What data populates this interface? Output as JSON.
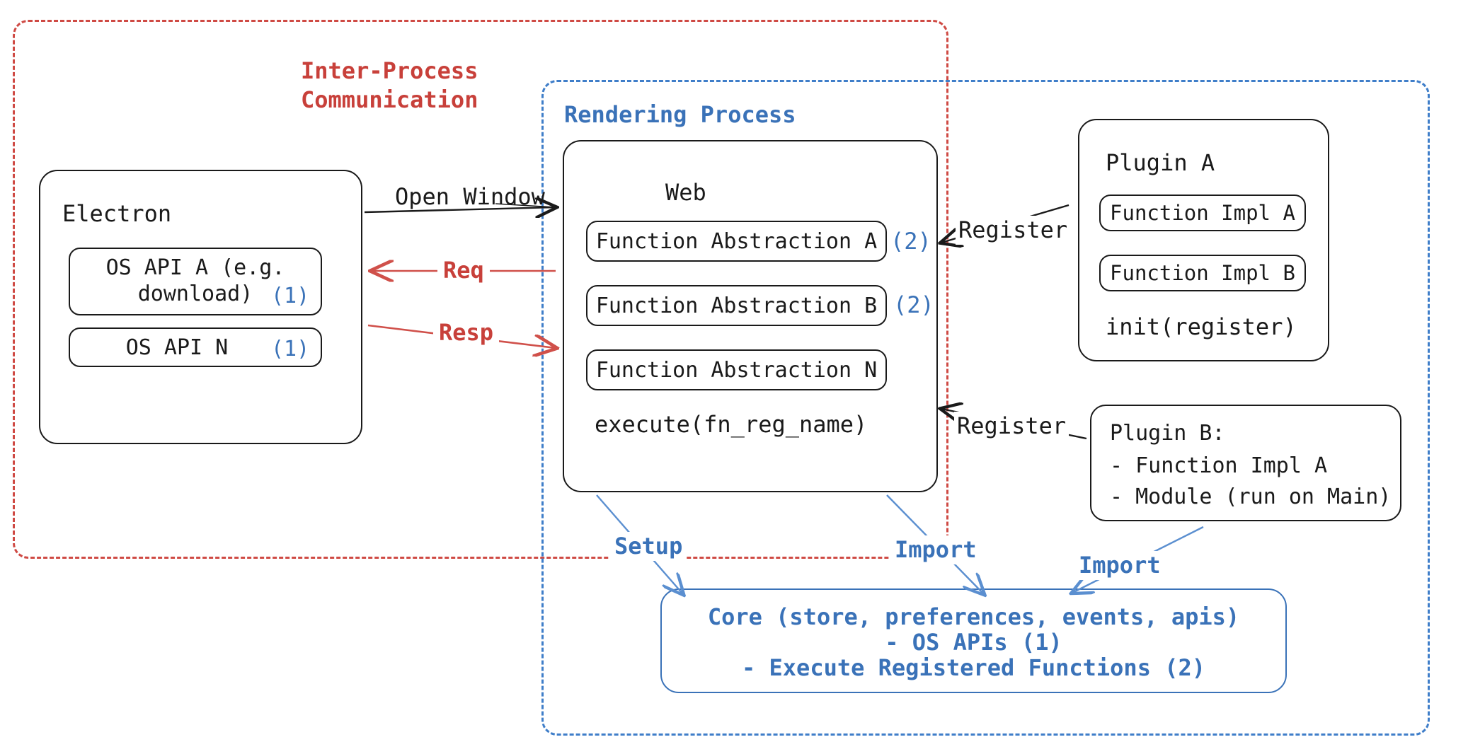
{
  "diagram": {
    "title": "Electron plugin architecture",
    "colors": {
      "red": "#c8403a",
      "blue": "#3a72b8",
      "blue_dash": "#3f7ec9",
      "red_dash": "#cf4a44",
      "ink": "#1a1a1a"
    },
    "regions": {
      "ipc": {
        "label": "Inter-Process\nCommunication"
      },
      "rendering": {
        "label": "Rendering Process"
      }
    },
    "electron": {
      "title": "Electron",
      "apis": [
        {
          "label": "OS API A (e.g.\ndownload)",
          "marker": "(1)"
        },
        {
          "label": "OS API N",
          "marker": "(1)"
        }
      ]
    },
    "web": {
      "title": "Web",
      "abstractions": [
        {
          "label": "Function Abstraction A",
          "marker": "(2)"
        },
        {
          "label": "Function Abstraction B",
          "marker": "(2)"
        },
        {
          "label": "Function Abstraction N",
          "marker": ""
        }
      ],
      "footer": "execute(fn_reg_name)"
    },
    "plugin_a": {
      "title": "Plugin A",
      "items": [
        "Function Impl A",
        "Function Impl B"
      ],
      "footer": "init(register)"
    },
    "plugin_b": {
      "lines": [
        "Plugin B:",
        "- Function Impl A",
        "- Module (run on Main)"
      ]
    },
    "core": {
      "lines": [
        "Core (store, preferences, events, apis)",
        "- OS APIs (1)",
        "- Execute Registered Functions (2)"
      ]
    },
    "edges": {
      "open_window": "Open Window",
      "req": "Req",
      "resp": "Resp",
      "register_a": "Register",
      "register_b": "Register",
      "setup": "Setup",
      "import_web": "Import",
      "import_plugin_b": "Import"
    }
  }
}
